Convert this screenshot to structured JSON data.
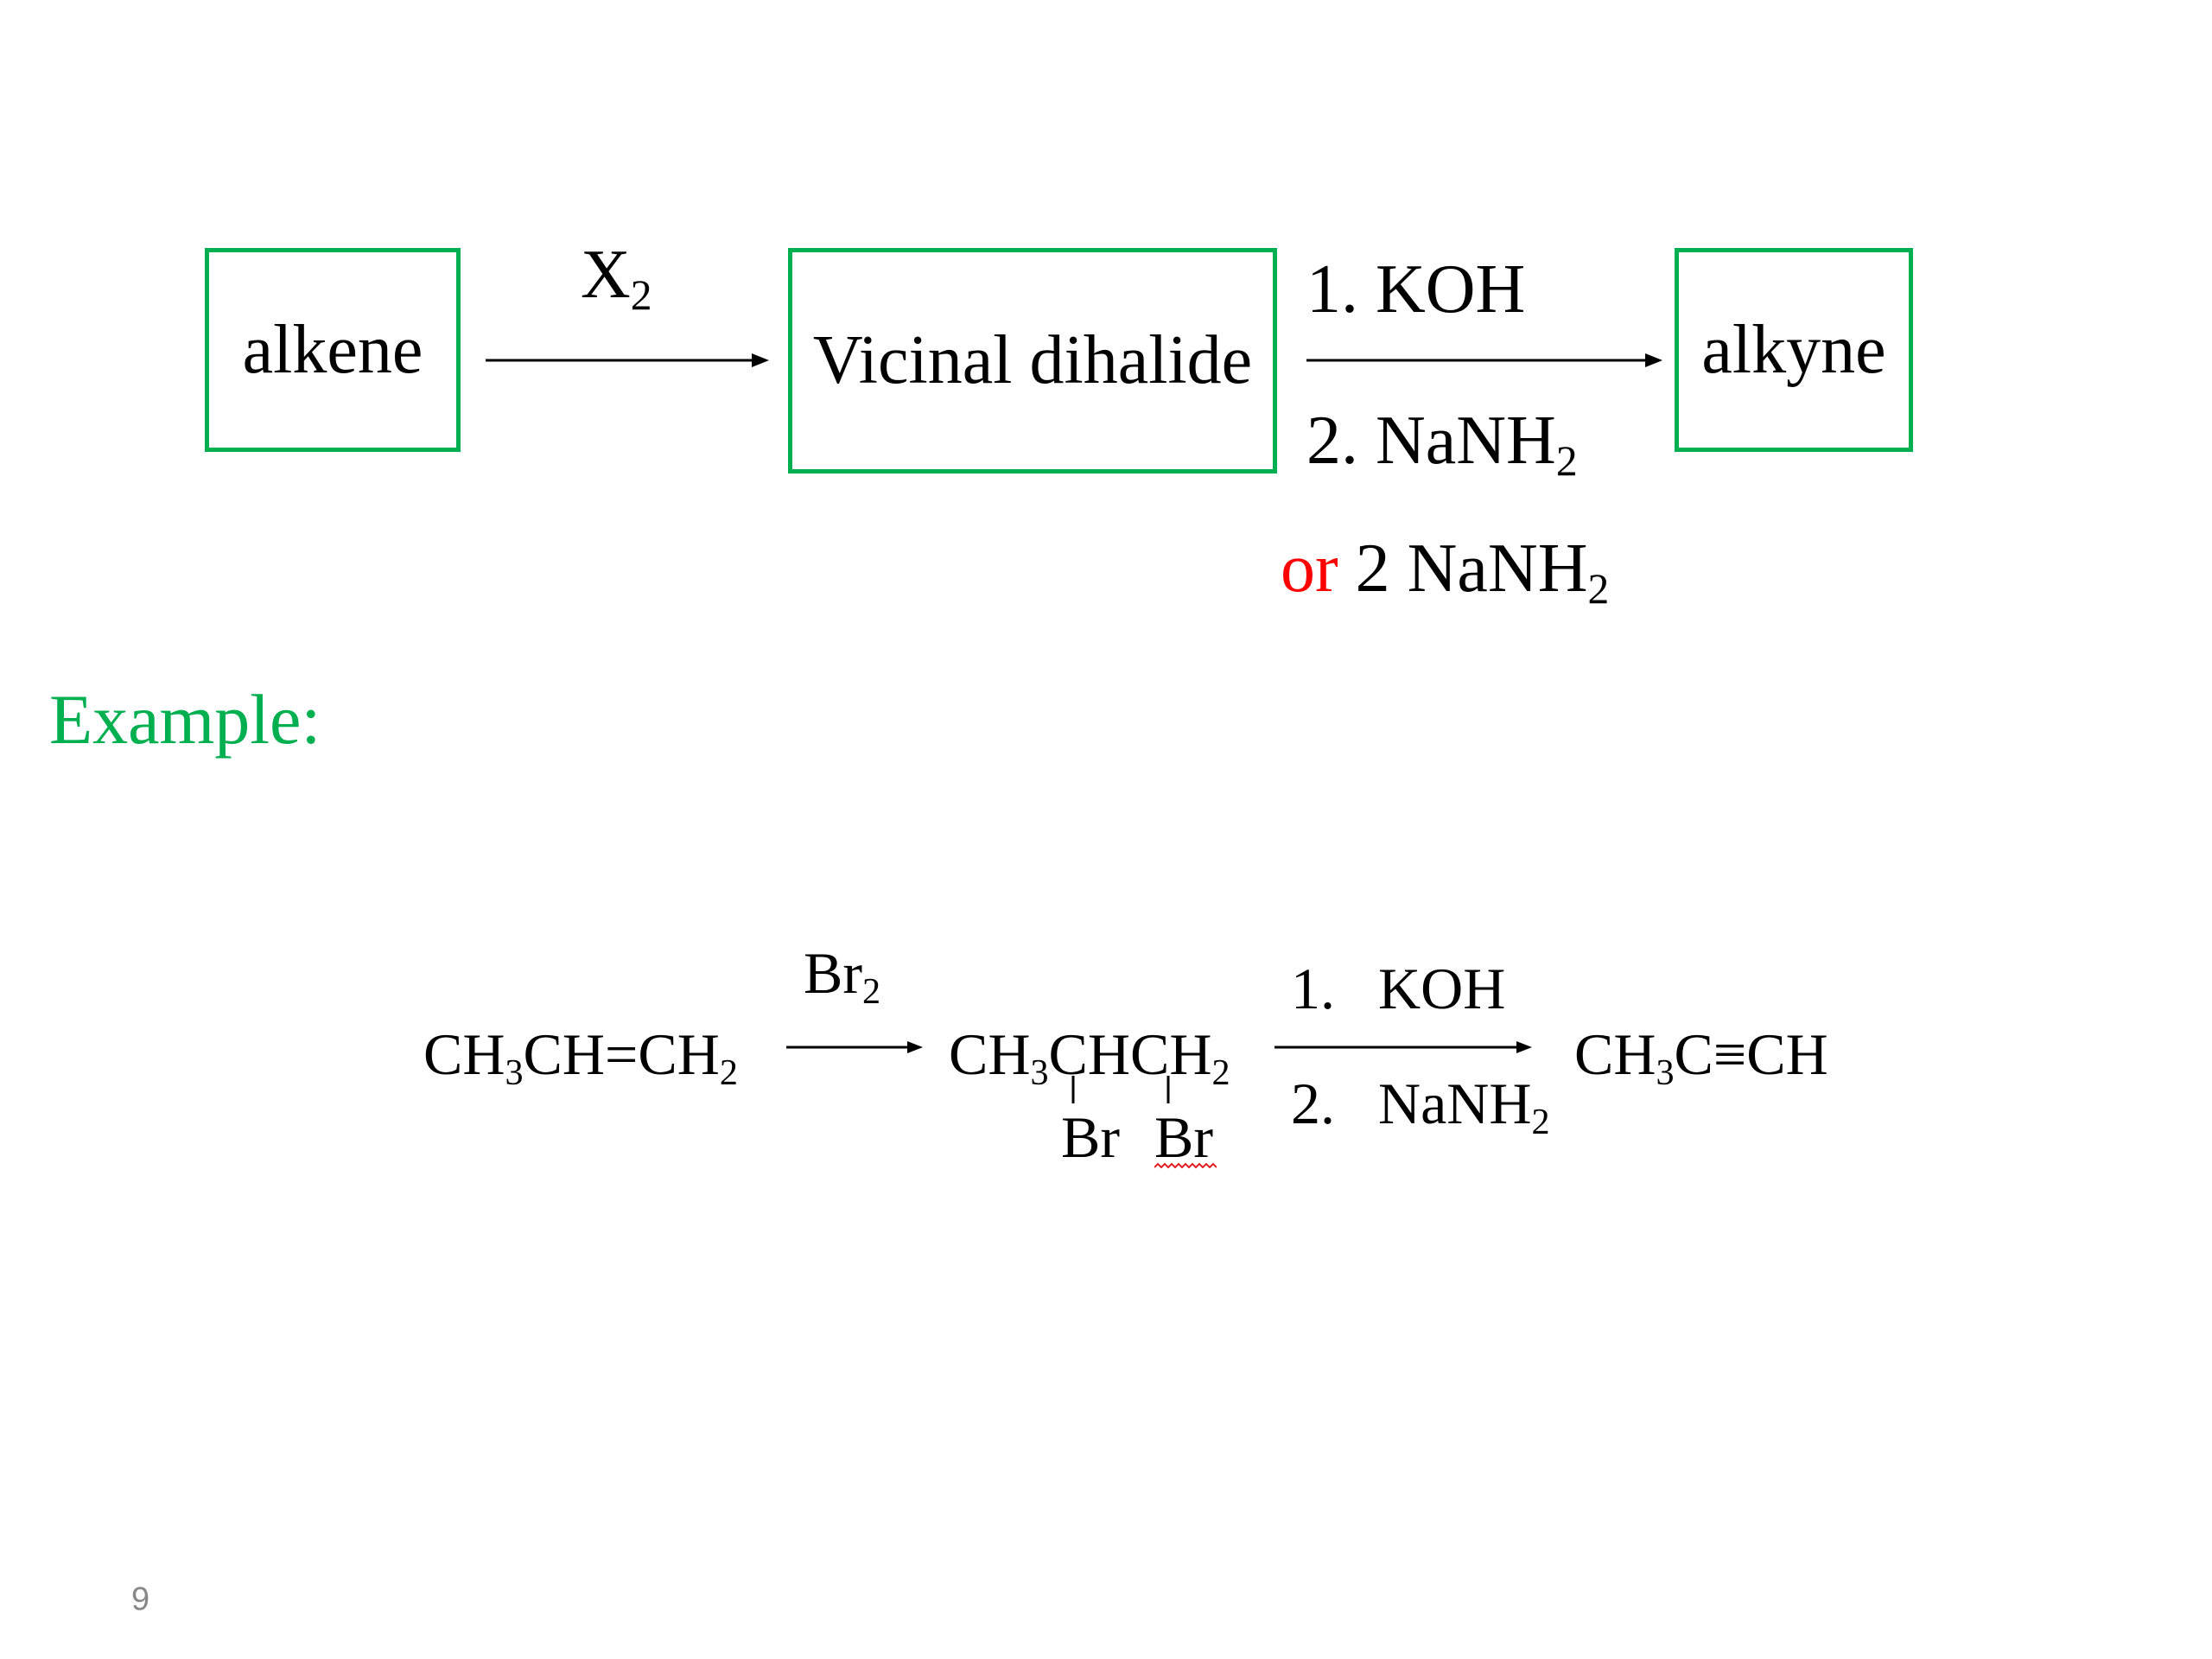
{
  "scheme": {
    "box_alkene": "alkene",
    "box_vicinal": "Vicinal dihalide",
    "box_alkyne": "alkyne",
    "reagent1_main": "X",
    "reagent1_sub": "2",
    "step1_label": "1. KOH",
    "step2_main": "2. NaNH",
    "step2_sub": "2",
    "alt_or": "or",
    "alt_main": " 2 NaNH",
    "alt_sub": "2"
  },
  "example": {
    "label": "Example:",
    "start_p1": "CH",
    "start_s1": "3",
    "start_p2": "CH=CH",
    "start_s2": "2",
    "reagent_main": "Br",
    "reagent_sub": "2",
    "mid_p1": "CH",
    "mid_s1": "3",
    "mid_p2": "CHCH",
    "mid_s2": "2",
    "br_left": "Br",
    "br_right": "Br",
    "step1_num": "1.",
    "step1_reagent": "KOH",
    "step2_num": "2.",
    "step2_main": "NaNH",
    "step2_sub": "2",
    "product_p1": "CH",
    "product_s1": "3",
    "product_p2": "C≡CH"
  },
  "page_number": "9",
  "colors": {
    "box_border": "#00b050",
    "example_label": "#00b050",
    "or_text": "#ff0000",
    "page_number": "#888888"
  }
}
